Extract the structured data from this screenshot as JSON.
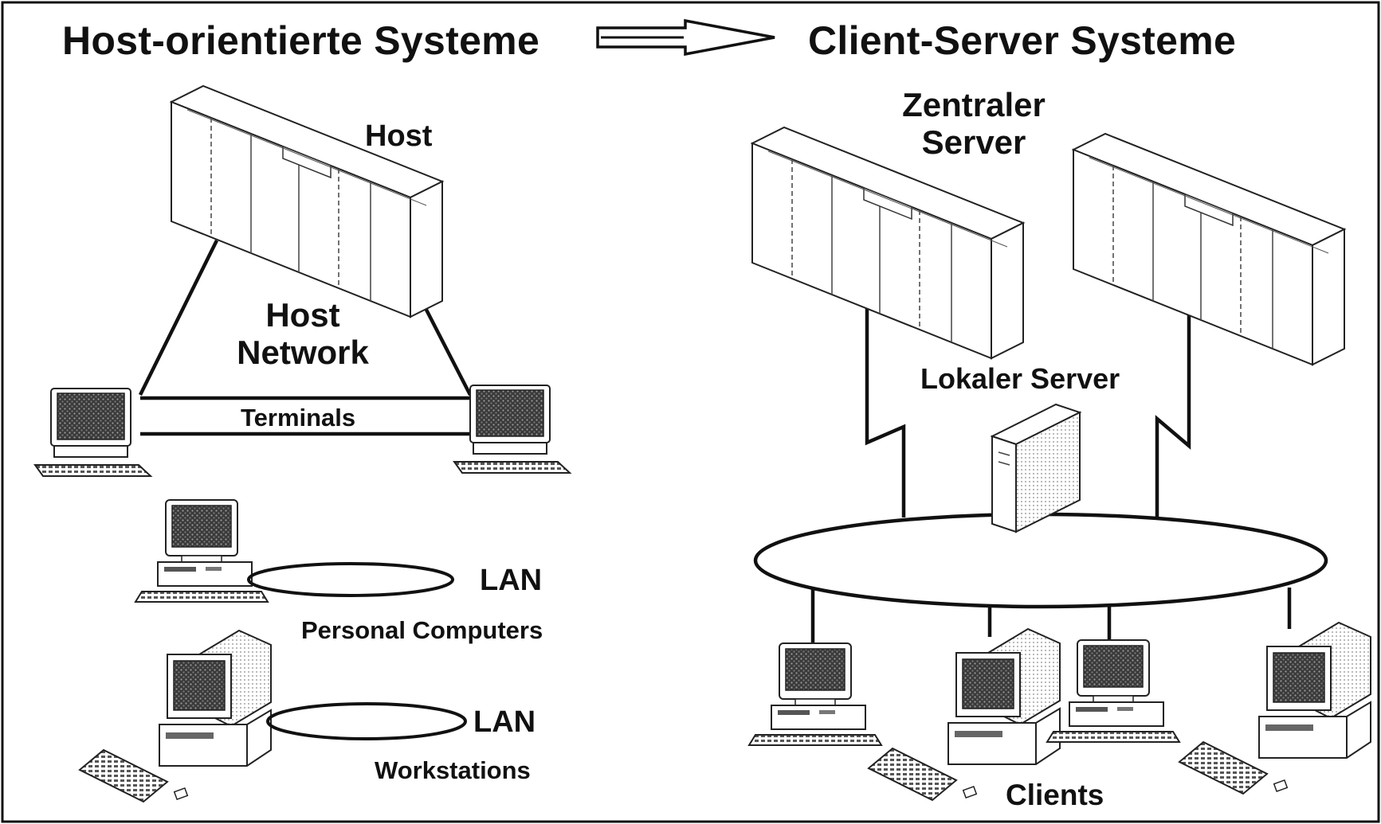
{
  "left_title": "Host-orientierte Systeme",
  "right_title": "Client-Server Systeme",
  "left": {
    "host_label": "Host",
    "network_label_line1": "Host",
    "network_label_line2": "Network",
    "terminals_label": "Terminals",
    "lan_pc_label": "LAN",
    "pc_caption": "Personal Computers",
    "lan_ws_label": "LAN",
    "ws_caption": "Workstations"
  },
  "right": {
    "central_server_line1": "Zentraler",
    "central_server_line2": "Server",
    "local_server_label": "Lokaler Server",
    "clients_label": "Clients"
  },
  "icons": [
    "mainframe-icon",
    "terminal-icon",
    "personal-computer-icon",
    "workstation-icon",
    "server-tower-icon",
    "arrow-right-icon"
  ],
  "colors": {
    "ink": "#111111",
    "screen": "#2e2e2e",
    "paper": "#ffffff"
  }
}
